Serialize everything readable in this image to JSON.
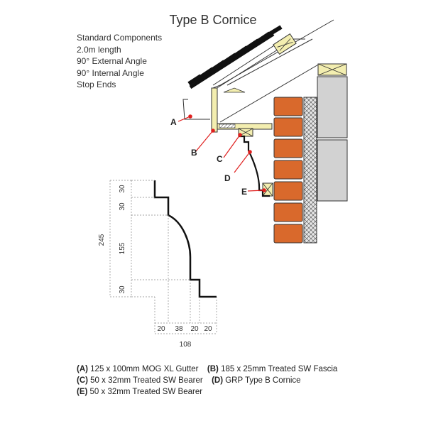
{
  "title": "Type B Cornice",
  "components": {
    "heading": "Standard Components",
    "items": [
      "2.0m length",
      "90° External Angle",
      "90° Internal Angle",
      "Stop Ends"
    ]
  },
  "callouts": [
    "A",
    "B",
    "C",
    "D",
    "E"
  ],
  "dimensions": {
    "vertical_segments": [
      "30",
      "30",
      "155",
      "30"
    ],
    "vertical_total": "245",
    "horizontal_segments": [
      "20",
      "38",
      "20",
      "20"
    ],
    "horizontal_total": "108"
  },
  "legend": [
    {
      "key": "(A)",
      "text": " 125 x 100mm MOG XL Gutter"
    },
    {
      "key": "(B)",
      "text": " 185 x 25mm Treated SW Fascia"
    },
    {
      "key": "(C)",
      "text": " 50 x 32mm Treated SW Bearer"
    },
    {
      "key": "(D)",
      "text": " GRP Type B Cornice"
    },
    {
      "key": "(E)",
      "text": " 50 x 32mm Treated SW Bearer"
    }
  ],
  "colors": {
    "brick": "#d9692c",
    "timber": "#f3eeb0",
    "block": "#d2d2d2",
    "leader": "#e0201f"
  }
}
